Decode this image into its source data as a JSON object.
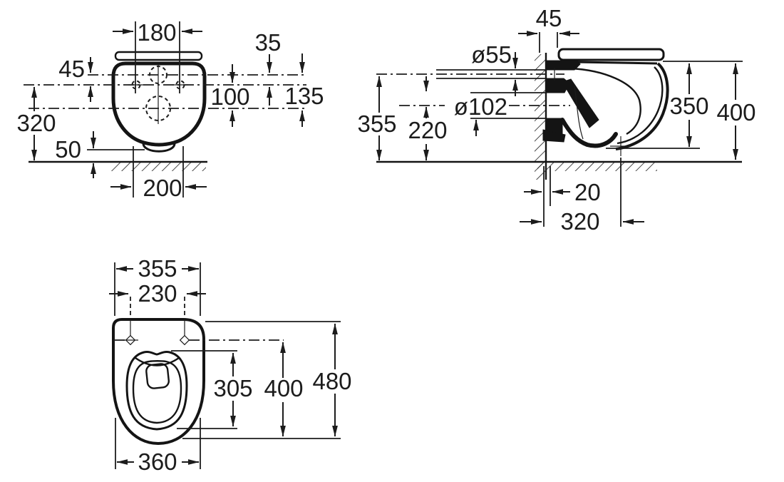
{
  "drawing": {
    "type": "technical-dimension-drawing",
    "subject": "wall-hung-toilet-three-views",
    "colors": {
      "ink": "#1c1c1c",
      "paper": "#ffffff"
    }
  },
  "front_view": {
    "dims": {
      "d180": "180",
      "d45": "45",
      "d35": "35",
      "d135": "135",
      "d100": "100",
      "d320": "320",
      "d50": "50",
      "d200": "200"
    }
  },
  "side_view": {
    "dims": {
      "d45": "45",
      "d55": "ø55",
      "d102": "ø102",
      "d355": "355",
      "d220": "220",
      "d350": "350",
      "d400": "400",
      "d20": "20",
      "d320": "320"
    }
  },
  "top_view": {
    "dims": {
      "d355": "355",
      "d230": "230",
      "d305": "305",
      "d400": "400",
      "d480": "480",
      "d360": "360"
    }
  }
}
